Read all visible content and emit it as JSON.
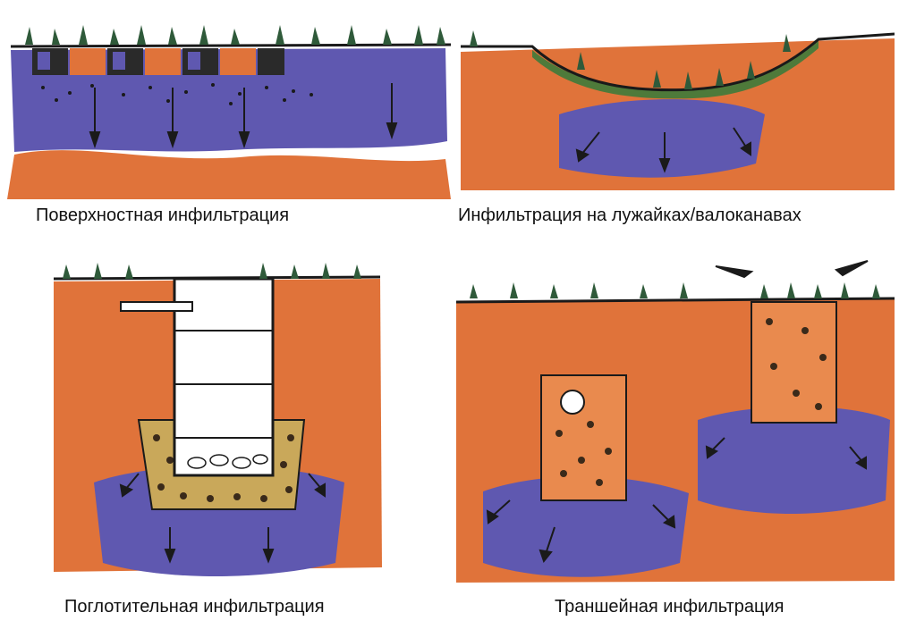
{
  "captions": {
    "surface": "Поверхностная инфильтрация",
    "lawn": "Инфильтрация на лужайках/валоканавах",
    "absorption": "Поглотительная инфильтрация",
    "trench": "Траншейная инфильтрация"
  },
  "colors": {
    "soil": "#e0733a",
    "soil_dark": "#c9552a",
    "water": "#5f58b0",
    "water_dark": "#3f3a8c",
    "grass": "#2f5a3a",
    "swale": "#4e7a3a",
    "gravel": "#c9a85a",
    "outline": "#1a1a1a",
    "chamber": "#ffffff"
  },
  "icons": {
    "plant": "plant-icon",
    "arrow": "down-arrow-icon",
    "pipe": "pipe-icon",
    "stone": "stone-icon"
  }
}
